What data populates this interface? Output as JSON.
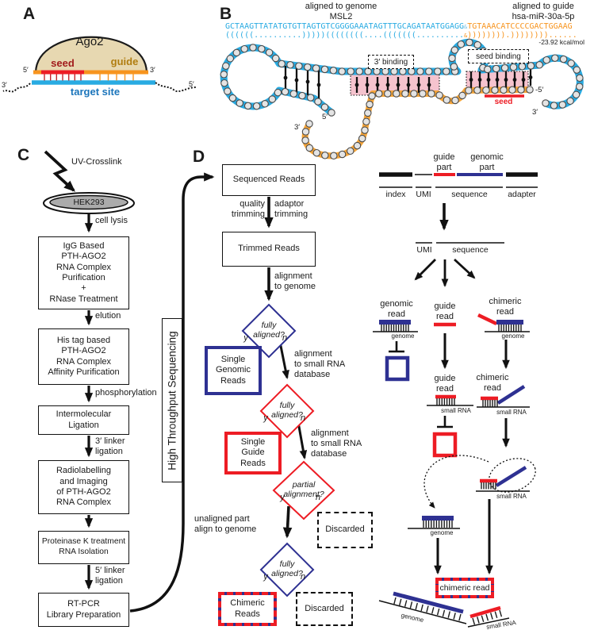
{
  "panelA": {
    "label": "A",
    "protein": "Ago2",
    "seed_label": "seed",
    "guide_label": "guide",
    "target_label": "target site",
    "guide5": "5′",
    "guide3": "3′",
    "target3": "3′",
    "target5": "5′",
    "colors": {
      "protein_fill": "#E7D8B1",
      "seed": "#ED1C24",
      "guide": "#F7941E",
      "target": "#29ABE2"
    }
  },
  "panelB": {
    "label": "B",
    "col1_title": "aligned to genome",
    "col1_name": "MSL2",
    "col2_title": "aligned to guide",
    "col2_name": "hsa-miR-30a-5p",
    "seq_genome": "GCTAAGTTATATGTGTTAGTGTCGGGGAAATAGTTTGCAGATAATGGAGG",
    "seq_sep": "&",
    "seq_guide": "TGTAAACATCCCCGACTGGAAG",
    "bracket_genome": "((((((..........)))))((((((((....(((((((..........",
    "bracket_sep": "&",
    "bracket_guide": ")))))))).))))))))......",
    "energy": "-23.92 kcal/mol",
    "binding3_label": "3′ binding",
    "seed_binding_label": "seed binding",
    "seed_label": "seed",
    "blue5": "5′",
    "orange3": "3′",
    "orange5": "-5′",
    "blue3": "3′",
    "colors": {
      "strand_blue": "#29ABE2",
      "strand_orange": "#F6A63A",
      "pair_region": "#F5C3CE",
      "seed": "#ED1C24"
    }
  },
  "panelC": {
    "label": "C",
    "uv": "UV-Crosslink",
    "cell": "HEK293",
    "lysis": "cell lysis",
    "box1": "IgG Based\nPTH-AGO2\nRNA Complex\nPurification\n+\nRNase Treatment",
    "elution": "elution",
    "box2": "His tag based\nPTH-AGO2\nRNA Complex\nAffinity Purification",
    "phosphorylation": "phosphorylation",
    "box3": "Intermolecular\nLigation",
    "linker3": "3′ linker\nligation",
    "box4": "Radiolabelling\nand Imaging\nof PTH-AGO2\nRNA Complex",
    "box5": "Proteinase K treatment\nRNA Isolation",
    "linker5": "5′ linker\nligation",
    "box6": "RT-PCR\nLibrary Preparation",
    "hts": "High Throughput Sequencing"
  },
  "panelD": {
    "label": "D",
    "box_sequenced": "Sequenced Reads",
    "lbl_quality": "quality\ntrimming",
    "lbl_adaptor": "adaptor\ntrimming",
    "box_trimmed": "Trimmed Reads",
    "lbl_align_genome": "alignment\nto genome",
    "q_fully": "fully\naligned?",
    "q_partial": "partial\nalignment?",
    "yes": "y",
    "no": "n",
    "box_genomic": "Single\nGenomic\nReads",
    "lbl_align_small": "alignment\nto small RNA\ndatabase",
    "box_guide": "Single\nGuide\nReads",
    "lbl_unaligned": "unaligned part\nalign to genome",
    "discarded": "Discarded",
    "box_chimeric": "Chimeric\nReads",
    "right": {
      "guide_part": "guide\npart",
      "genomic_part": "genomic\npart",
      "index": "index",
      "umi": "UMI",
      "sequence": "sequence",
      "adapter": "adapter",
      "genomic_read": "genomic\nread",
      "guide_read": "guide\nread",
      "chimeric_read": "chimeric\nread",
      "genome": "genome",
      "small_rna": "small RNA",
      "chimeric_read_box": "chimeric read"
    }
  }
}
